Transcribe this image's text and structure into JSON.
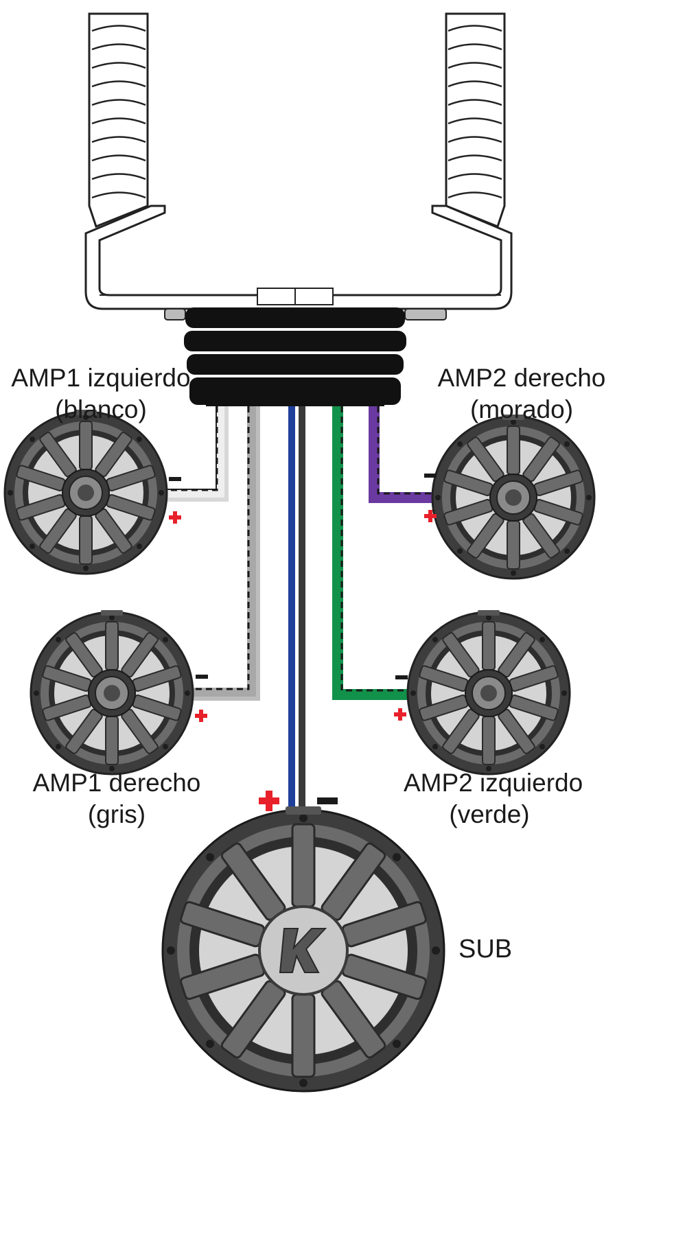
{
  "labels": {
    "amp1_left": {
      "line1": "AMP1 izquierdo",
      "line2": "(blanco)"
    },
    "amp2_right": {
      "line1": "AMP2 derecho",
      "line2": "(morado)"
    },
    "amp1_right": {
      "line1": "AMP1 derecho",
      "line2": "(gris)"
    },
    "amp2_left": {
      "line1": "AMP2 izquierdo",
      "line2": "(verde)"
    },
    "sub": "SUB"
  },
  "polarity": {
    "positive": "+",
    "negative": "−"
  },
  "wire_colors": {
    "white": "#f0f0f0",
    "gray": "#a8a8a8",
    "blue": "#1f3f9a",
    "dark": "#3a3a3a",
    "green": "#12914a",
    "purple": "#6a3aa0",
    "negative_stripe": "#1a1a1a",
    "plus_marker": "#e8202a"
  },
  "icons": {
    "speaker": "speaker-icon",
    "subwoofer": "subwoofer-icon",
    "hub": "cable-gland-icon",
    "tower": "wakeboard-tower-icon",
    "logo": "kicker-logo-icon"
  }
}
